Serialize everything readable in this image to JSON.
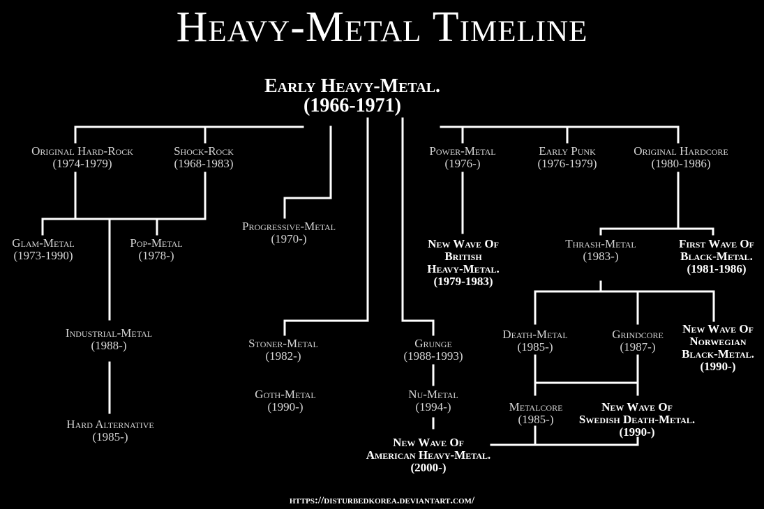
{
  "title": "Heavy-Metal Timeline",
  "footer": "https://disturbedkorea.deviantart.com/",
  "nodes": {
    "early_heavy_metal": {
      "name": "Early Heavy-Metal.",
      "years": "(1966-1971)"
    },
    "original_hard_rock": {
      "name": "Original Hard-Rock",
      "years": "(1974-1979)"
    },
    "shock_rock": {
      "name": "Shock-Rock",
      "years": "(1968-1983)"
    },
    "glam_metal": {
      "name": "Glam-Metal",
      "years": "(1973-1990)"
    },
    "pop_metal": {
      "name": "Pop-Metal",
      "years": "(1978-)"
    },
    "industrial_metal": {
      "name": "Industrial-Metal",
      "years": "(1988-)"
    },
    "hard_alternative": {
      "name": "Hard Alternative",
      "years": "(1985-)"
    },
    "progressive_metal": {
      "name": "Progressive-Metal",
      "years": "(1970-)"
    },
    "stoner_metal": {
      "name": "Stoner-Metal",
      "years": "(1982-)"
    },
    "goth_metal": {
      "name": "Goth-Metal",
      "years": "(1990-)"
    },
    "power_metal": {
      "name": "Power-Metal",
      "years": "(1976-)"
    },
    "nwobhm": {
      "lines": [
        "New Wave Of",
        "British",
        "Heavy-Metal."
      ],
      "years": "(1979-1983)"
    },
    "grunge": {
      "name": "Grunge",
      "years": "(1988-1993)"
    },
    "nu_metal": {
      "name": "Nu-Metal",
      "years": "(1994-)"
    },
    "nwoahm": {
      "lines": [
        "New Wave Of",
        "American Heavy-Metal."
      ],
      "years": "(2000-)"
    },
    "early_punk": {
      "name": "Early Punk",
      "years": "(1976-1979)"
    },
    "original_hardcore": {
      "name": "Original Hardcore",
      "years": "(1980-1986)"
    },
    "thrash_metal": {
      "name": "Thrash-Metal",
      "years": "(1983-)"
    },
    "first_wave_black_metal": {
      "lines": [
        "First Wave Of",
        "Black-Metal."
      ],
      "years": "(1981-1986)"
    },
    "death_metal": {
      "name": "Death-Metal",
      "years": "(1985-)"
    },
    "grindcore": {
      "name": "Grindcore",
      "years": "(1987-)"
    },
    "nwonbm": {
      "lines": [
        "New Wave Of",
        "Norwegian",
        "Black-Metal."
      ],
      "years": "(1990-)"
    },
    "metalcore": {
      "name": "Metalcore",
      "years": "(1985-)"
    },
    "nwosdm": {
      "lines": [
        "New Wave Of",
        "Swedish Death-Metal."
      ],
      "years": "(1990-)"
    }
  }
}
